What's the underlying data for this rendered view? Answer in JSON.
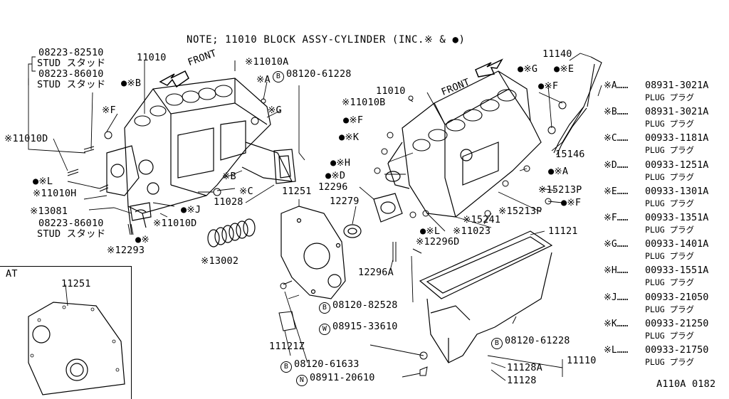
{
  "note": "NOTE; 11010 BLOCK ASSY-CYLINDER (INC.※ & ●)",
  "footer_id": "A110A 0182",
  "at_label": "AT",
  "front_labels": [
    "FRONT",
    "FRONT"
  ],
  "left_labels": {
    "stud1_part": "08223-82510",
    "stud1_name": "STUD スタッド",
    "stud2_part": "08223-86010",
    "stud2_name": "STUD スタッド",
    "block": "11010",
    "b_mark": "●※B",
    "f_mark": "※F",
    "d_mark": "※11010D",
    "l_mark": "●※L",
    "h_mark": "※11010H",
    "p13081": "※13081",
    "stud3_part": "08223-86010",
    "stud3_name": "STUD スタッド",
    "p12293": "※12293",
    "dot_mark": "●※",
    "d2_mark": "※11010D",
    "j_mark": "●※J",
    "c_mark": "※C",
    "b2_mark": "※B",
    "p11028": "11028",
    "p13002": "※13002",
    "a_mark": "※A",
    "g_mark": "※G",
    "p11010a": "※11010A",
    "bolt1": "08120-61228",
    "at_part": "11251"
  },
  "center_labels": {
    "p11251": "11251",
    "p12296": "12296",
    "p12279": "12279",
    "p12296a": "12296A",
    "p12296d": "※12296D",
    "bolt2": "08120-82528",
    "washer": "08915-33610",
    "p11121z": "11121Z",
    "bolt3": "08120-61633",
    "nut": "08911-20610"
  },
  "right_labels": {
    "p11010": "11010",
    "p11010b": "※11010B",
    "f_mark": "●※F",
    "k_mark": "●※K",
    "h_mark": "●※H",
    "d_mark": "●※D",
    "g_mark": "●※G",
    "e_mark": "●※E",
    "f2_mark": "●※F",
    "a_mark": "●※A",
    "p11140": "11140",
    "p15146": "15146",
    "p15213p_a": "※15213P",
    "p15213p_b": "※15213P",
    "f3_mark": "●※F",
    "p15241": "※15241",
    "l_mark": "●※L",
    "p11023": "※11023",
    "p11121": "11121",
    "bolt4": "08120-61228",
    "p11110": "11110",
    "p11128a": "11128A",
    "p11128": "11128"
  },
  "circle_marks": {
    "b": "B",
    "w": "W",
    "n": "N"
  },
  "legend": [
    {
      "key": "※A",
      "code": "08931-3021A",
      "name": "PLUG プラグ"
    },
    {
      "key": "※B",
      "code": "08931-3021A",
      "name": "PLUG プラグ"
    },
    {
      "key": "※C",
      "code": "00933-1181A",
      "name": "PLUG プラグ"
    },
    {
      "key": "※D",
      "code": "00933-1251A",
      "name": "PLUG プラグ"
    },
    {
      "key": "※E",
      "code": "00933-1301A",
      "name": "PLUG プラグ"
    },
    {
      "key": "※F",
      "code": "00933-1351A",
      "name": "PLUG プラグ"
    },
    {
      "key": "※G",
      "code": "00933-1401A",
      "name": "PLUG プラグ"
    },
    {
      "key": "※H",
      "code": "00933-1551A",
      "name": "PLUG プラグ"
    },
    {
      "key": "※J",
      "code": "00933-21050",
      "name": "PLUG プラグ"
    },
    {
      "key": "※K",
      "code": "00933-21250",
      "name": "PLUG プラグ"
    },
    {
      "key": "※L",
      "code": "00933-21750",
      "name": "PLUG プラグ"
    }
  ]
}
